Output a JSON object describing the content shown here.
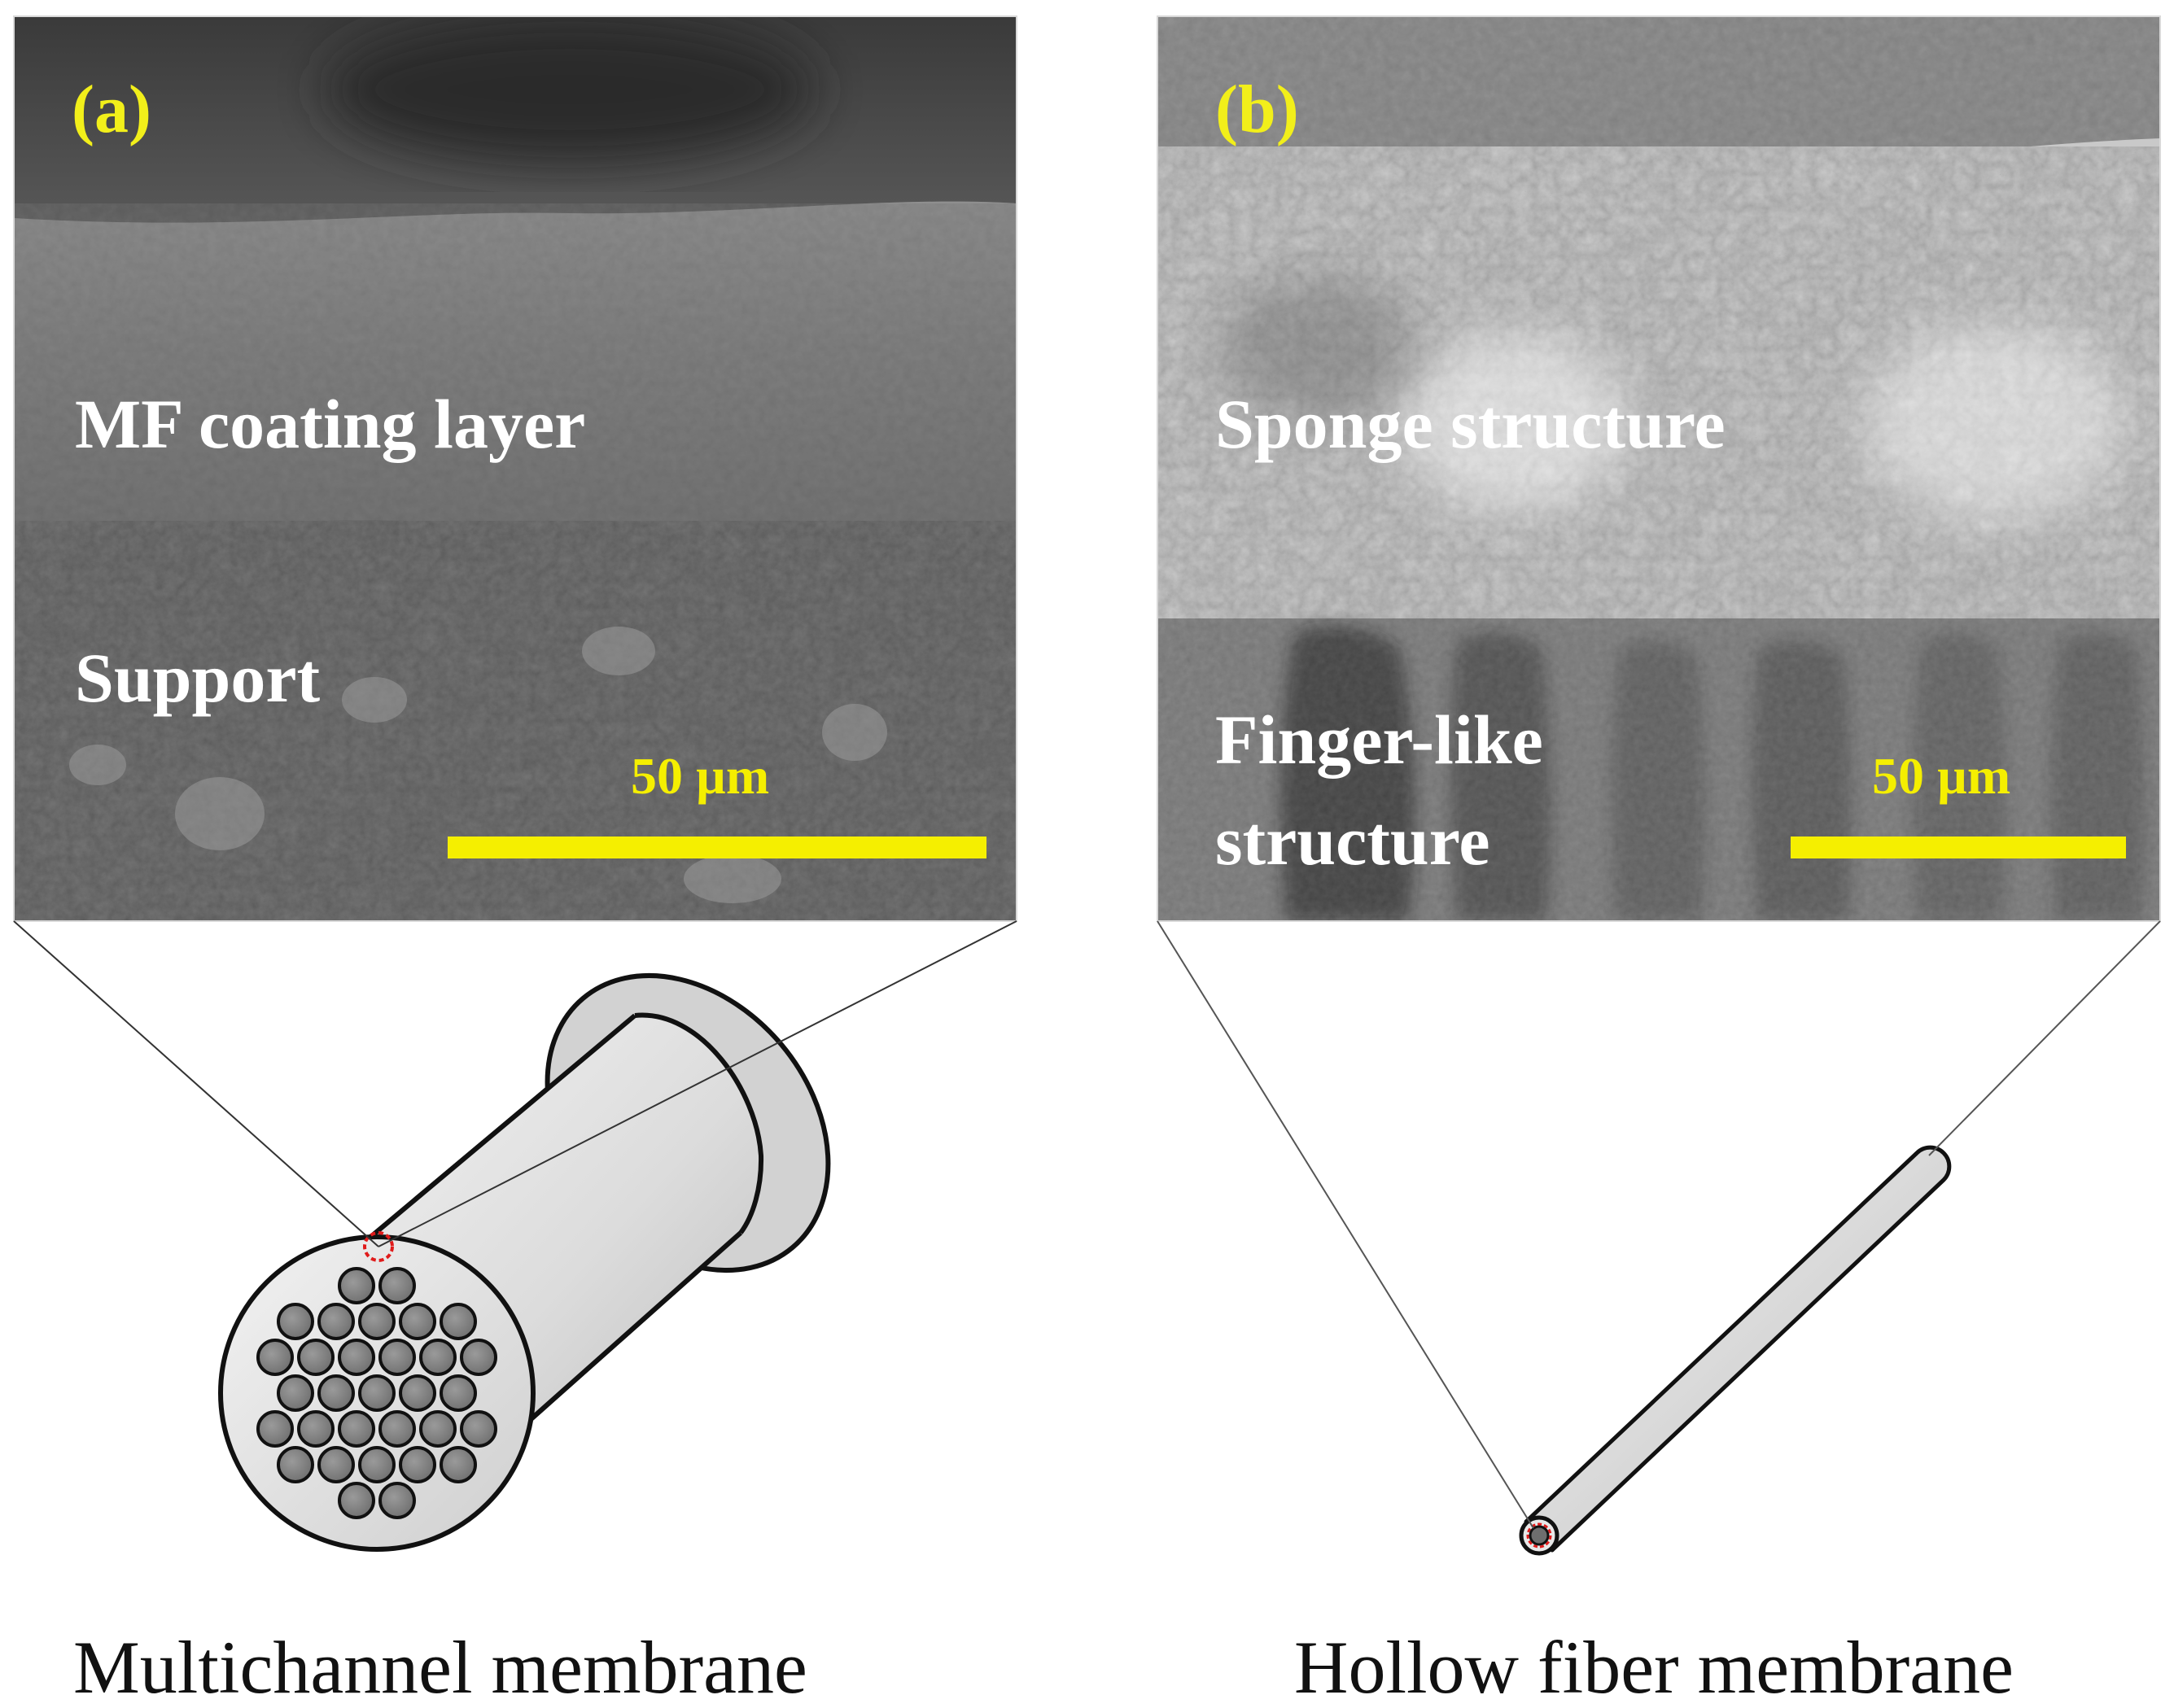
{
  "panels": [
    {
      "label": "(a)",
      "labels": [
        "MF coating layer",
        "Support"
      ],
      "scale_bar": "50 µm",
      "caption": "Multichannel membrane"
    },
    {
      "label": "(b)",
      "labels": [
        "Sponge structure",
        "Finger-like",
        "structure"
      ],
      "scale_bar": "50 µm",
      "caption": "Hollow fiber membrane"
    }
  ],
  "colors": {
    "label_yellow": "#f2ef1a",
    "scale_bar_yellow": "#f5ef00",
    "text_white": "#ffffff",
    "highlight_red": "#e01b1b"
  }
}
